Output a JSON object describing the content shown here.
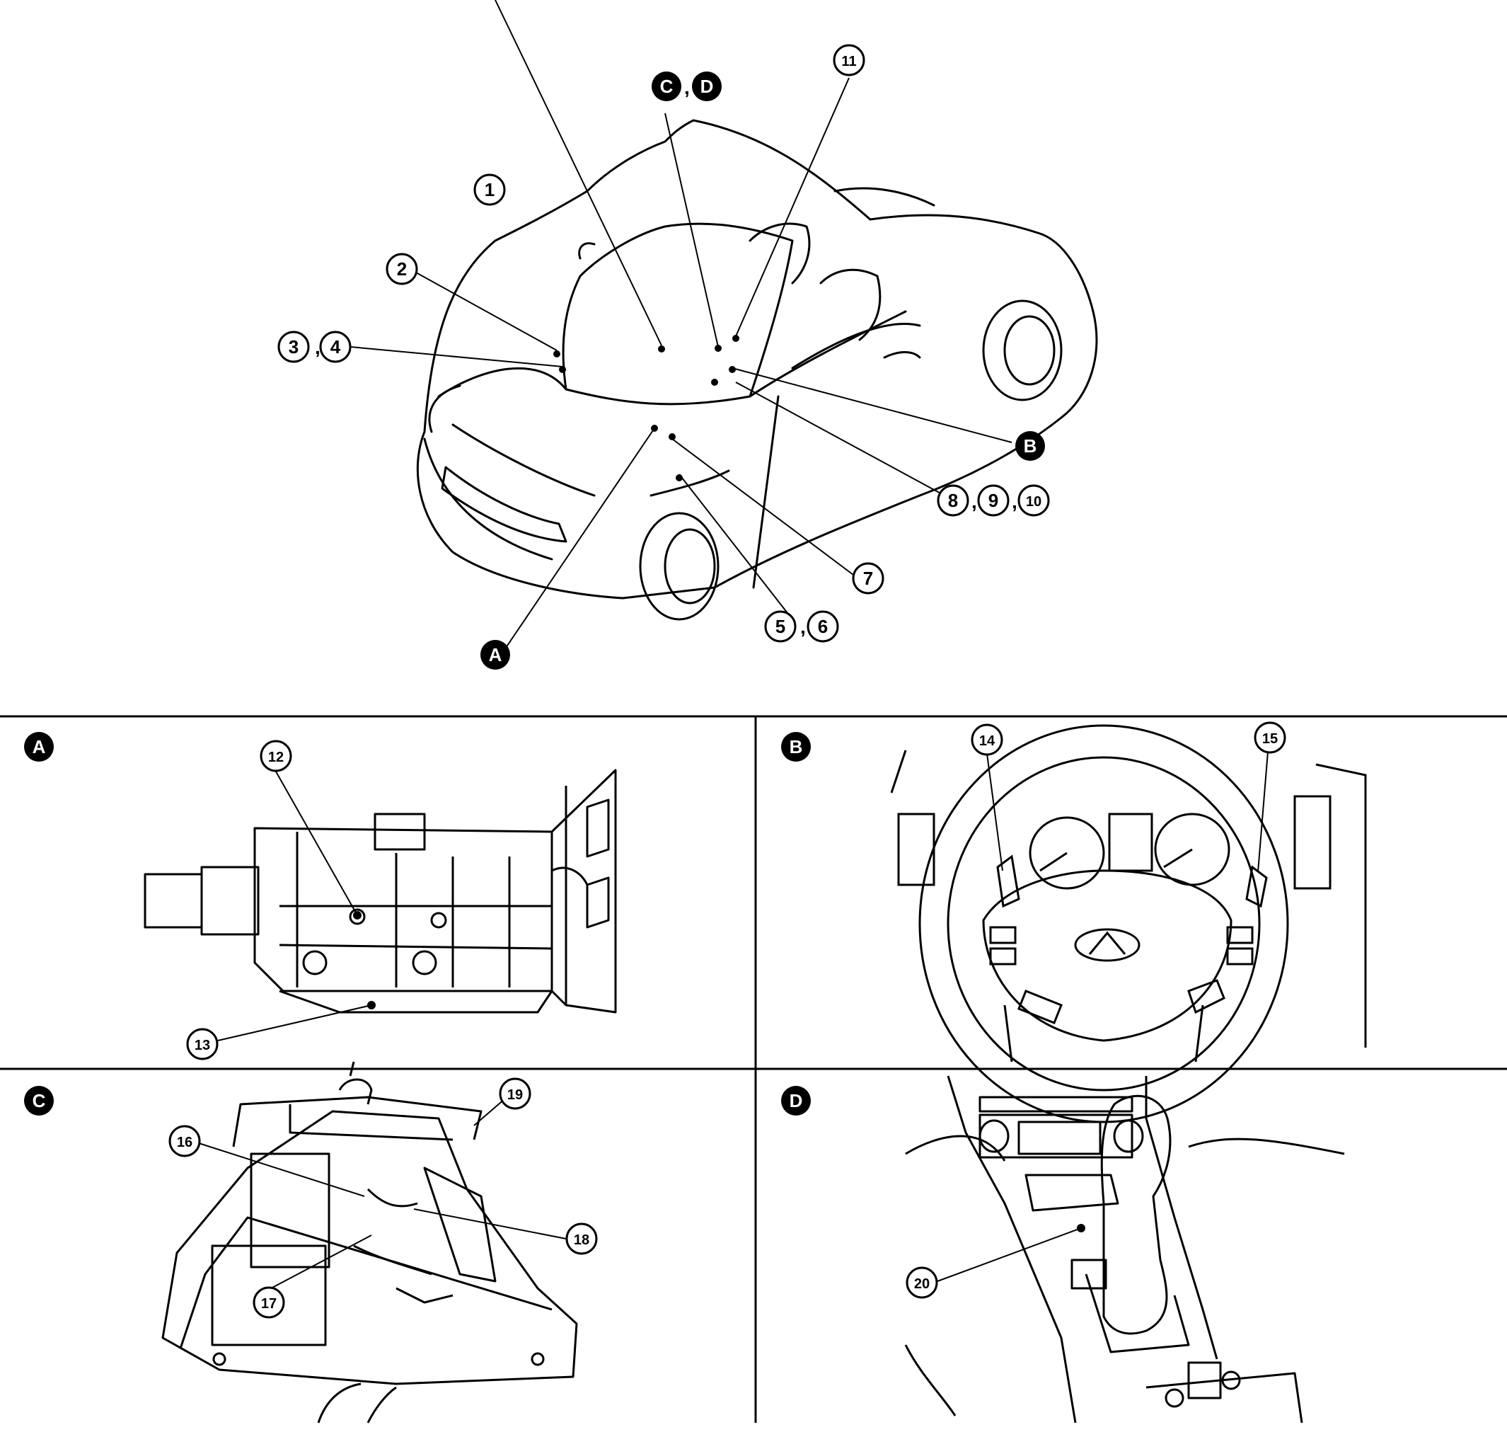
{
  "callouts": {
    "c1": "1",
    "c2": "2",
    "c3": "3",
    "c4": "4",
    "c5": "5",
    "c6": "6",
    "c7": "7",
    "c8": "8",
    "c9": "9",
    "c10": "10",
    "c11": "11",
    "c12": "12",
    "c13": "13",
    "c14": "14",
    "c15": "15",
    "c16": "16",
    "c17": "17",
    "c18": "18",
    "c19": "19",
    "c20": "20"
  },
  "letters": {
    "A": "A",
    "B": "B",
    "C": "C",
    "D": "D"
  },
  "separator": ",",
  "icons": {
    "car": "convertible-car-drawing",
    "transmission": "transmission-drawing",
    "steering": "steering-wheel-drawing",
    "shifter": "shift-lever-assembly-drawing",
    "console": "center-console-drawing",
    "logo": "infiniti-logo"
  }
}
